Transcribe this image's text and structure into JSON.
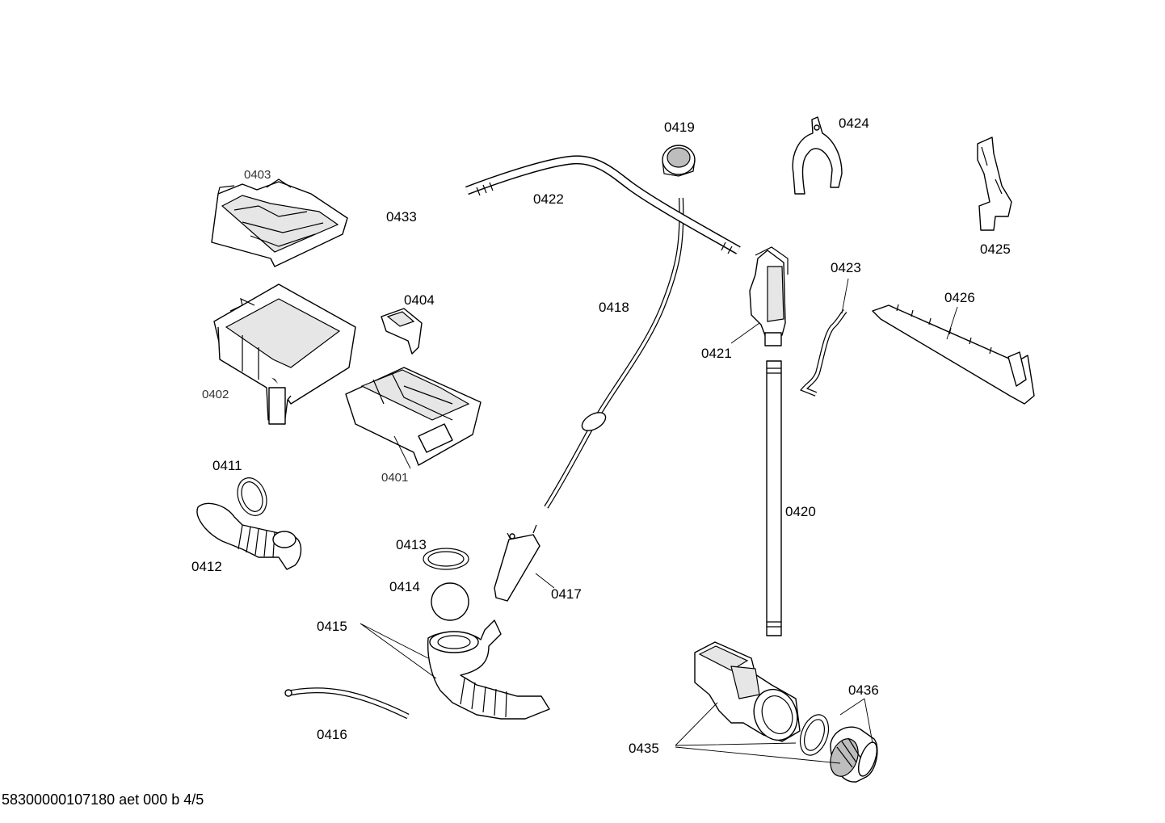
{
  "labels": {
    "p0401": "0401",
    "p0402": "0402",
    "p0403": "0403",
    "p0404": "0404",
    "p0411": "0411",
    "p0412": "0412",
    "p0413": "0413",
    "p0414": "0414",
    "p0415": "0415",
    "p0416": "0416",
    "p0417": "0417",
    "p0418": "0418",
    "p0419": "0419",
    "p0420": "0420",
    "p0421": "0421",
    "p0422": "0422",
    "p0423": "0423",
    "p0424": "0424",
    "p0425": "0425",
    "p0426": "0426",
    "p0433": "0433",
    "p0435": "0435",
    "p0436": "0436"
  },
  "footer": {
    "text": "58300000107180 aet 000 b 4/5"
  }
}
